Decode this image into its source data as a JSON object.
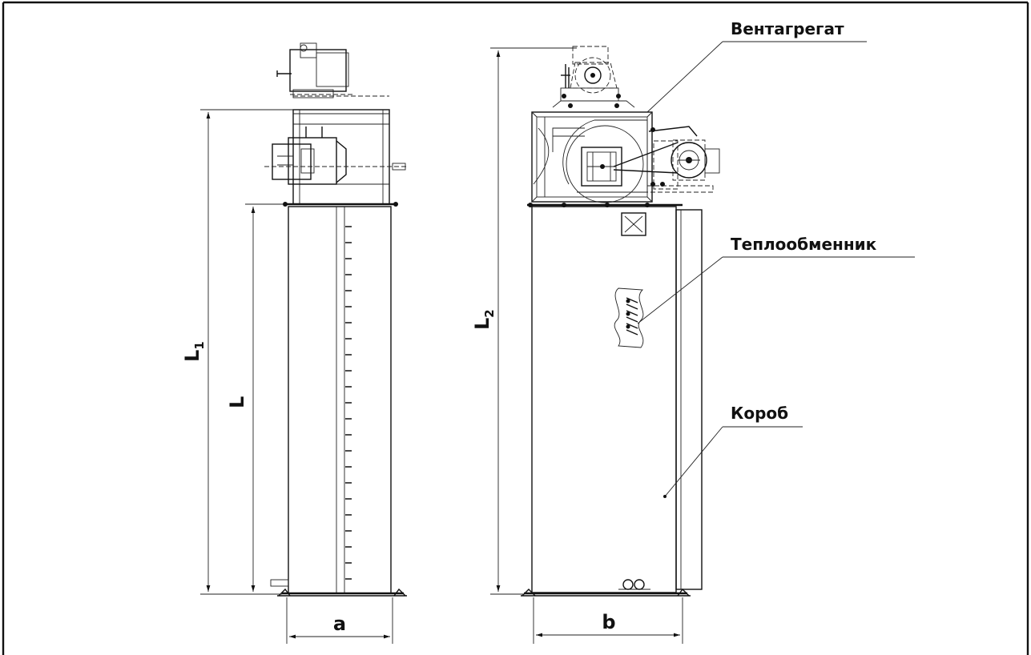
{
  "labels": {
    "fan_unit": "Вентагрегат",
    "heat_exchanger": "Теплообменник",
    "casing": "Короб"
  },
  "dimensions": {
    "width_a": "a",
    "width_b": "b",
    "height_L": "L",
    "height_L1_main": "L",
    "height_L1_sub": "1",
    "height_L2_main": "L",
    "height_L2_sub": "2"
  },
  "colors": {
    "line": "#111111",
    "background": "#ffffff"
  }
}
